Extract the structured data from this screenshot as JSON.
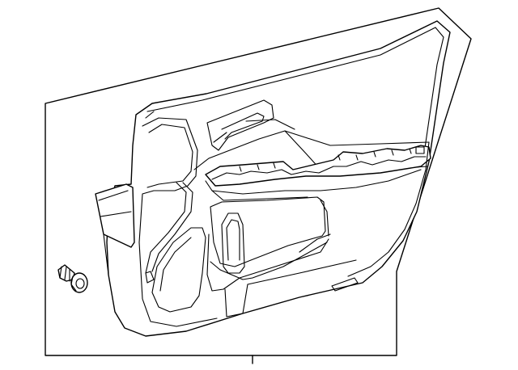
{
  "diagram": {
    "parts": [
      {
        "id": "door-trim-panel",
        "icon": "door-panel-drawing"
      },
      {
        "id": "clip",
        "icon": "push-clip-drawing"
      }
    ]
  }
}
